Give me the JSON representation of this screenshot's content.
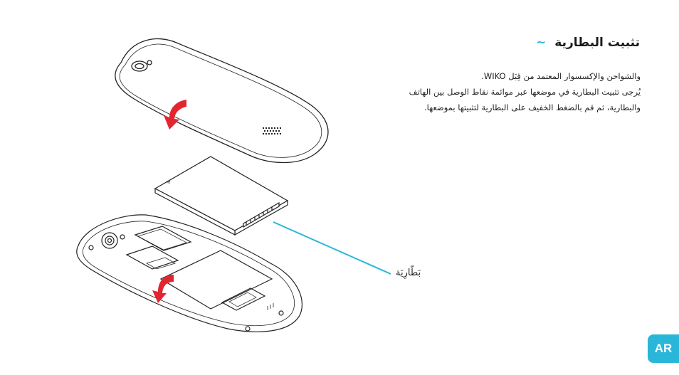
{
  "section": {
    "tilde": "~",
    "title": "تثبيت البطارية"
  },
  "body_lines": [
    "والشواحن والإكسسوار المعتمد من قِبَل WIKO.",
    "يُرجى تثبيت البطارية في موضعها عبر موائمة نقاط الوصل بين الهاتف",
    "والبطارية، ثم قم بالضغط الخفيف على البطارية لتثبيتها بموضعها."
  ],
  "callout_label": "بَطّارِيَة",
  "language_badge": "AR",
  "colors": {
    "accent": "#29b6d8",
    "arrow": "#e2262f"
  }
}
